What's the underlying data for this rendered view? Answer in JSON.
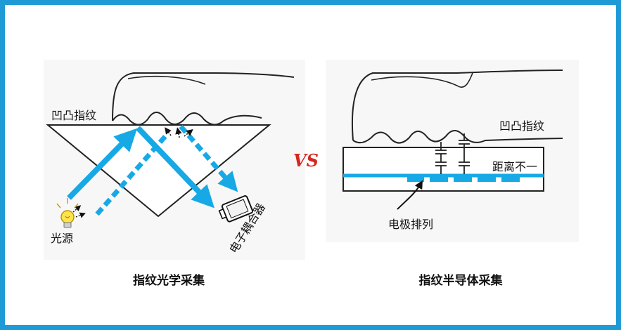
{
  "left_panel": {
    "ridge_label": "凹凸指纹",
    "light_label": "光源",
    "sensor_label": "电子耦合器",
    "caption": "指纹光学采集"
  },
  "right_panel": {
    "ridge_label": "凹凸指纹",
    "distance_label": "距离不一",
    "electrode_label": "电极排列",
    "caption": "指纹半导体采集"
  },
  "vs_text": "VS",
  "colors": {
    "border": "#1e9bd7",
    "beam": "#16a9e6",
    "vs": "#d7261e"
  }
}
